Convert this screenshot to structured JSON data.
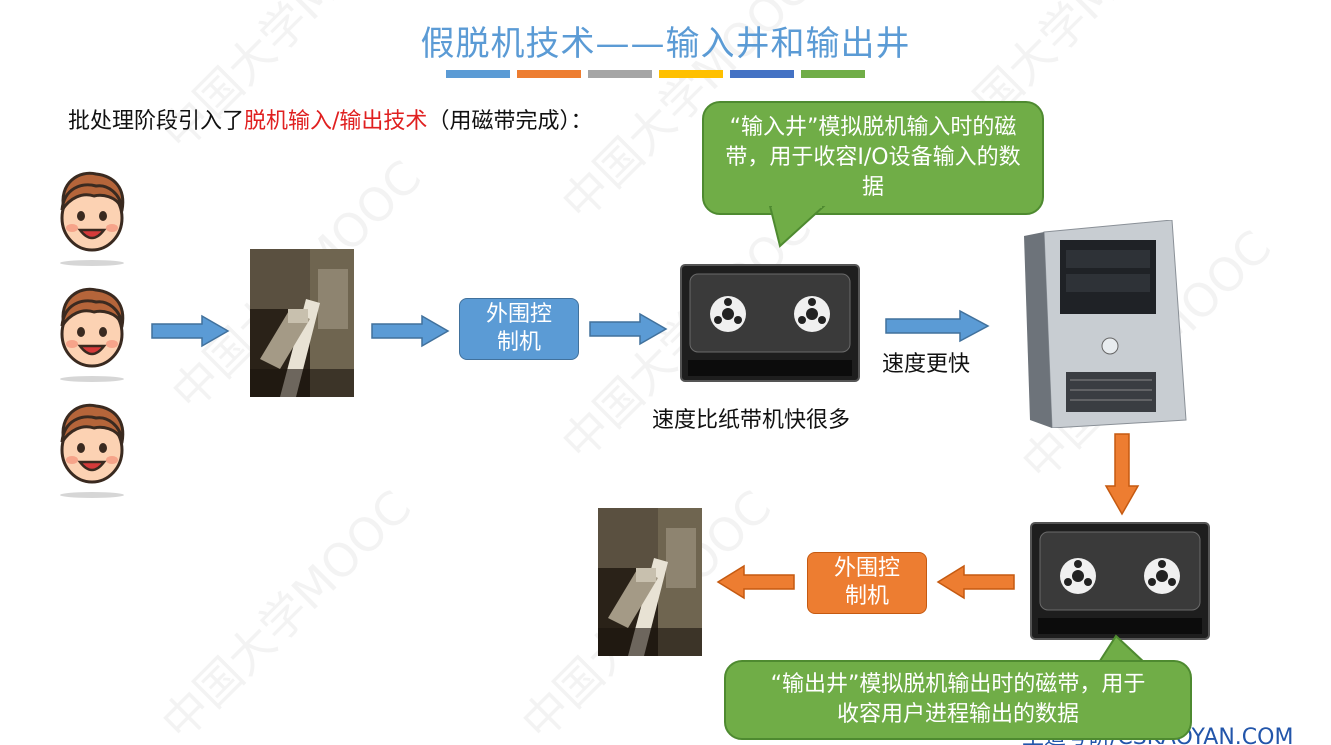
{
  "title": "假脱机技术——输入井和输出井",
  "title_bar_colors": [
    "#5b9bd5",
    "#ed7d31",
    "#a5a5a5",
    "#ffc000",
    "#4472c4",
    "#70ad47"
  ],
  "intro": {
    "prefix": "批处理阶段引入了",
    "highlight": "脱机输入/输出技术",
    "suffix": "（用磁带完成）："
  },
  "watermark": "中国大学MOOC",
  "input_controller_label": "外围控制机",
  "output_controller_label": "外围控制机",
  "tape_speed_label": "速度比纸带机快很多",
  "computer_speed_label": "速度更快",
  "callout_input": "“输入井”模拟脱机输入时的磁带，用于收容I/O设备输入的数据",
  "callout_output": "“输出井”模拟脱机输出时的磁带，用于收容用户进程输出的数据",
  "footer": "王道考研/CSKAOYAN.COM",
  "icons": [
    "user-face-icon",
    "paper-tape-machine-photo",
    "magnetic-tape-icon",
    "computer-tower-icon"
  ],
  "colors": {
    "flow_blue": "#5b9bd5",
    "flow_orange": "#ed7d31",
    "callout_green": "#70ad47",
    "highlight_red": "#e02020"
  }
}
